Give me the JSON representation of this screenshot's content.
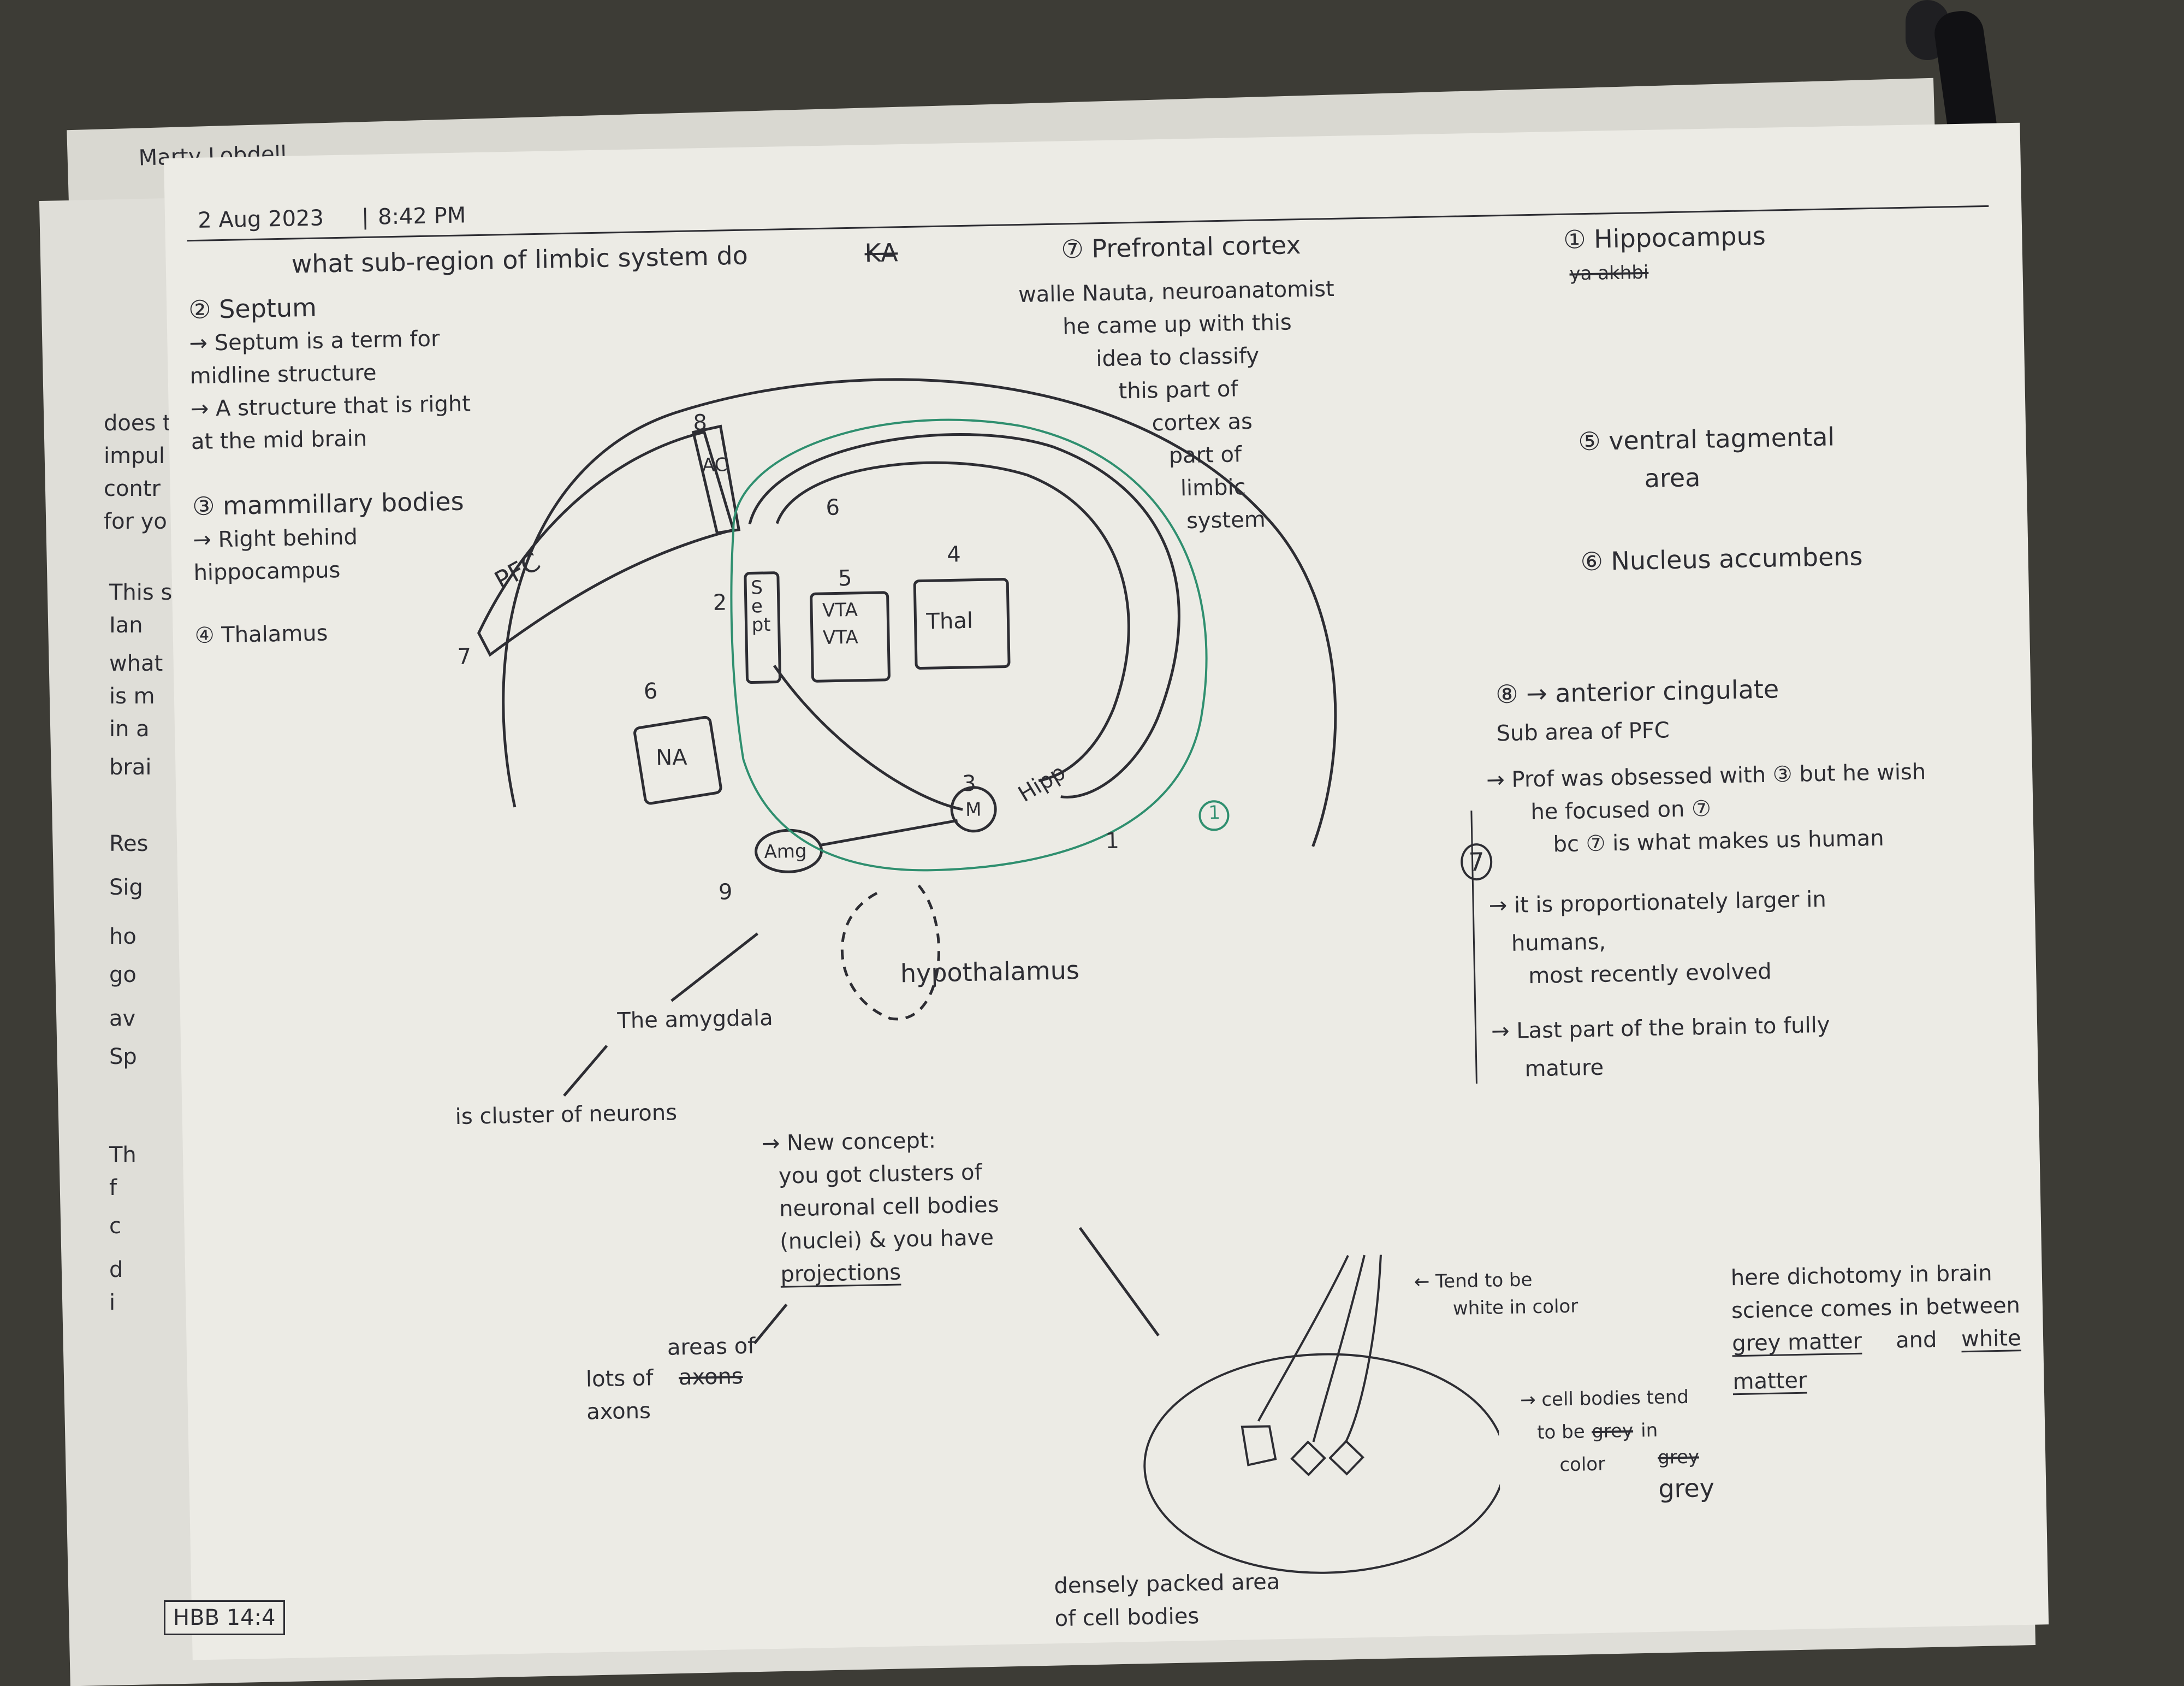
{
  "back_sheet": {
    "author": "Marty Lobdell"
  },
  "left_margin_fragments": [
    "does t",
    "impul",
    "contr",
    "for yo",
    "This st",
    "Ian",
    "what",
    "is m",
    "in a",
    "brai",
    "Res",
    "Sig",
    "ho",
    "go",
    "av",
    "Sp",
    "Th",
    "f",
    "c",
    "d",
    "i"
  ],
  "header": {
    "date": "2 Aug 2023",
    "time": "8:42 PM",
    "question": "what sub-region of limbic system do",
    "question_struck": "KA"
  },
  "left_notes": {
    "septum_title": "② Septum",
    "septum_lines": [
      "→ Septum is a term for",
      "midline structure",
      "→ A structure that is right",
      "at the mid brain"
    ],
    "mammillary_title": "③ mammillary bodies",
    "mammillary_lines": [
      "→ Right behind",
      "hippocampus"
    ],
    "thalamus": "④ Thalamus"
  },
  "diagram": {
    "pfc": "PFC",
    "ac": "AC",
    "sept": "Sept",
    "vta_top": "VTA",
    "vta": "VTA",
    "thal": "Thal",
    "na": "NA",
    "amg": "Amg",
    "m": "M",
    "hipp": "Hipp",
    "nums": [
      "8",
      "7",
      "2",
      "5",
      "4",
      "6",
      "3",
      "9",
      "1",
      "1",
      "6"
    ],
    "hypothalamus": "hypothalamus",
    "amygdala_label": "The amygdala",
    "amygdala_def": "is cluster of neurons",
    "new_concept": [
      "→ New concept:",
      "you got clusters of",
      "neuronal cell bodies",
      "(nuclei) & you have"
    ],
    "projections": "projections",
    "areas_of": "areas of",
    "lots_of": "lots of",
    "lots_of_struck": "axons",
    "axons": "axons"
  },
  "prefrontal": {
    "title": "⑦ Prefrontal cortex",
    "lines": [
      "walle Nauta, neuroanatomist",
      "he came up with this",
      "idea to classify",
      "this part of",
      "cortex as",
      "part of",
      "limbic",
      "system"
    ]
  },
  "right_column": {
    "hippocampus": "① Hippocampus",
    "hippocampus_struck": "ya akhbi",
    "vta": "⑤ ventral tagmental",
    "vta2": "area",
    "nucleus": "⑥ Nucleus accumbens",
    "anterior": "⑧ → anterior cingulate",
    "anterior2": "Sub area of PFC"
  },
  "pfc_notes": {
    "circle": "7",
    "branch1": [
      "→ Prof was obsessed with ③ but he wish",
      "he focused on ⑦",
      "bc ⑦ is what makes us human"
    ],
    "branch2": [
      "→ it is proportionately larger in",
      "humans,",
      "most recently evolved"
    ],
    "branch3": [
      "→ Last part of the brain to fully",
      "mature"
    ]
  },
  "matter": {
    "white_note": [
      "← Tend to be",
      "white in color"
    ],
    "grey_note": [
      "→ cell bodies tend",
      "to be",
      "in"
    ],
    "grey_note_struck": "grey",
    "color": "color",
    "grey_struck": "grey",
    "grey": "grey",
    "dichotomy": [
      "here dichotomy in brain",
      "science comes in between"
    ],
    "grey_matter": "grey matter",
    "and": "and",
    "white": "white",
    "matter": "matter",
    "densely": [
      "densely packed area",
      "of cell bodies"
    ]
  },
  "footer": {
    "code": "HBB 14:4"
  },
  "colors": {
    "ink": "#2d2d33",
    "green": "#2f8f6f",
    "paper": "#ecebe5"
  }
}
